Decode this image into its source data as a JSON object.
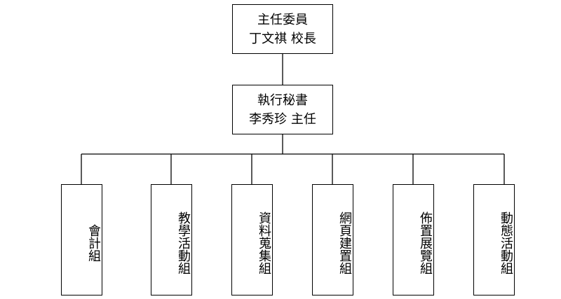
{
  "top_node": {
    "title": "主任委員",
    "person": "丁文祺  校長"
  },
  "middle_node": {
    "title": "執行秘書",
    "person": "李秀珍  主任"
  },
  "departments": [
    {
      "label": "會計組"
    },
    {
      "label": "教學活動組"
    },
    {
      "label": "資料蒐集組"
    },
    {
      "label": "網頁建置組"
    },
    {
      "label": "佈置展覽組"
    },
    {
      "label": "動態活動組"
    }
  ]
}
